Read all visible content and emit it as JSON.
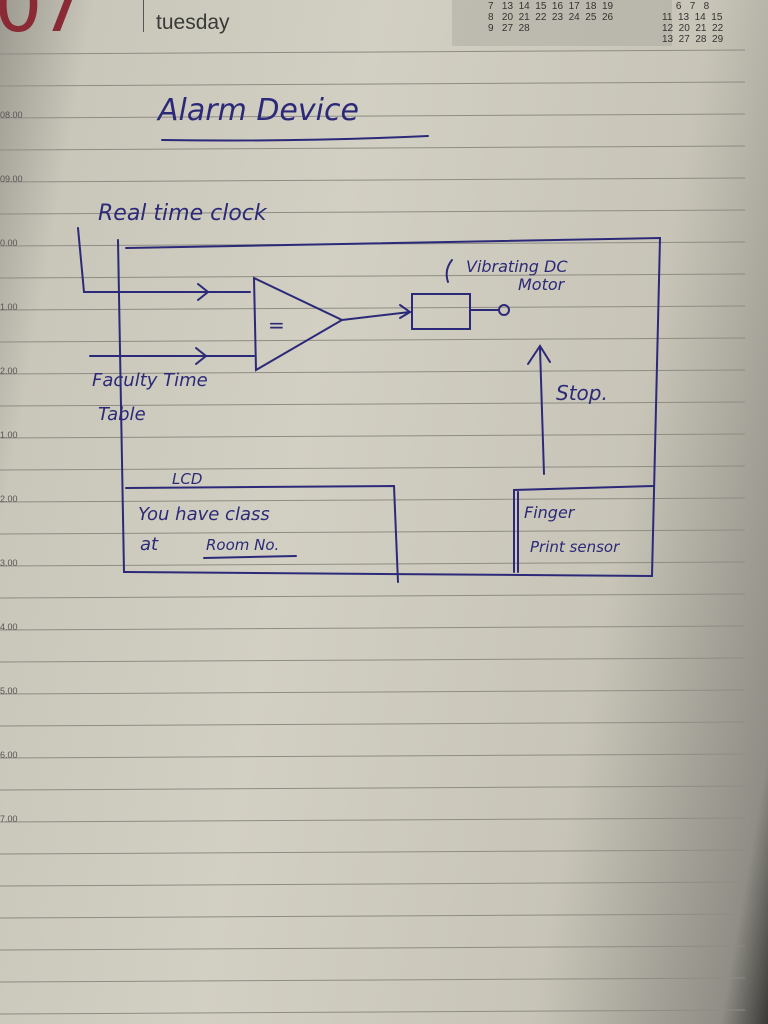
{
  "header": {
    "day_number": "07",
    "weekday": "tuesday",
    "calendar_left": [
      "7   13  14  15  16  17  18  19",
      "8   20  21  22  23  24  25  26",
      "9   27  28"
    ],
    "calendar_right": [
      "     6   7   8",
      "11  13  14  15",
      "12  20  21  22",
      "13  27  28  29"
    ]
  },
  "time_labels": [
    "08.00",
    "09.00",
    "0.00",
    "1.00",
    "2.00",
    "1.00",
    "2.00",
    "3.00",
    "4.00",
    "5.00",
    "6.00",
    "7.00"
  ],
  "diagram": {
    "title": "Alarm Device",
    "rtc_label": "Real time clock",
    "comparator_symbol": "=",
    "motor_label_line1": "Vibrating DC",
    "motor_label_line2": "Motor",
    "stop_label": "Stop.",
    "timetable_label_line1": "Faculty Time",
    "timetable_label_line2": "Table",
    "lcd_label": "LCD",
    "lcd_text_line1": "You have class",
    "lcd_text_line2_prefix": "at",
    "lcd_text_line2_room": "Room No.",
    "sensor_label_line1": "Finger",
    "sensor_label_line2": "Print sensor",
    "ink_color": "#2c2a78"
  }
}
